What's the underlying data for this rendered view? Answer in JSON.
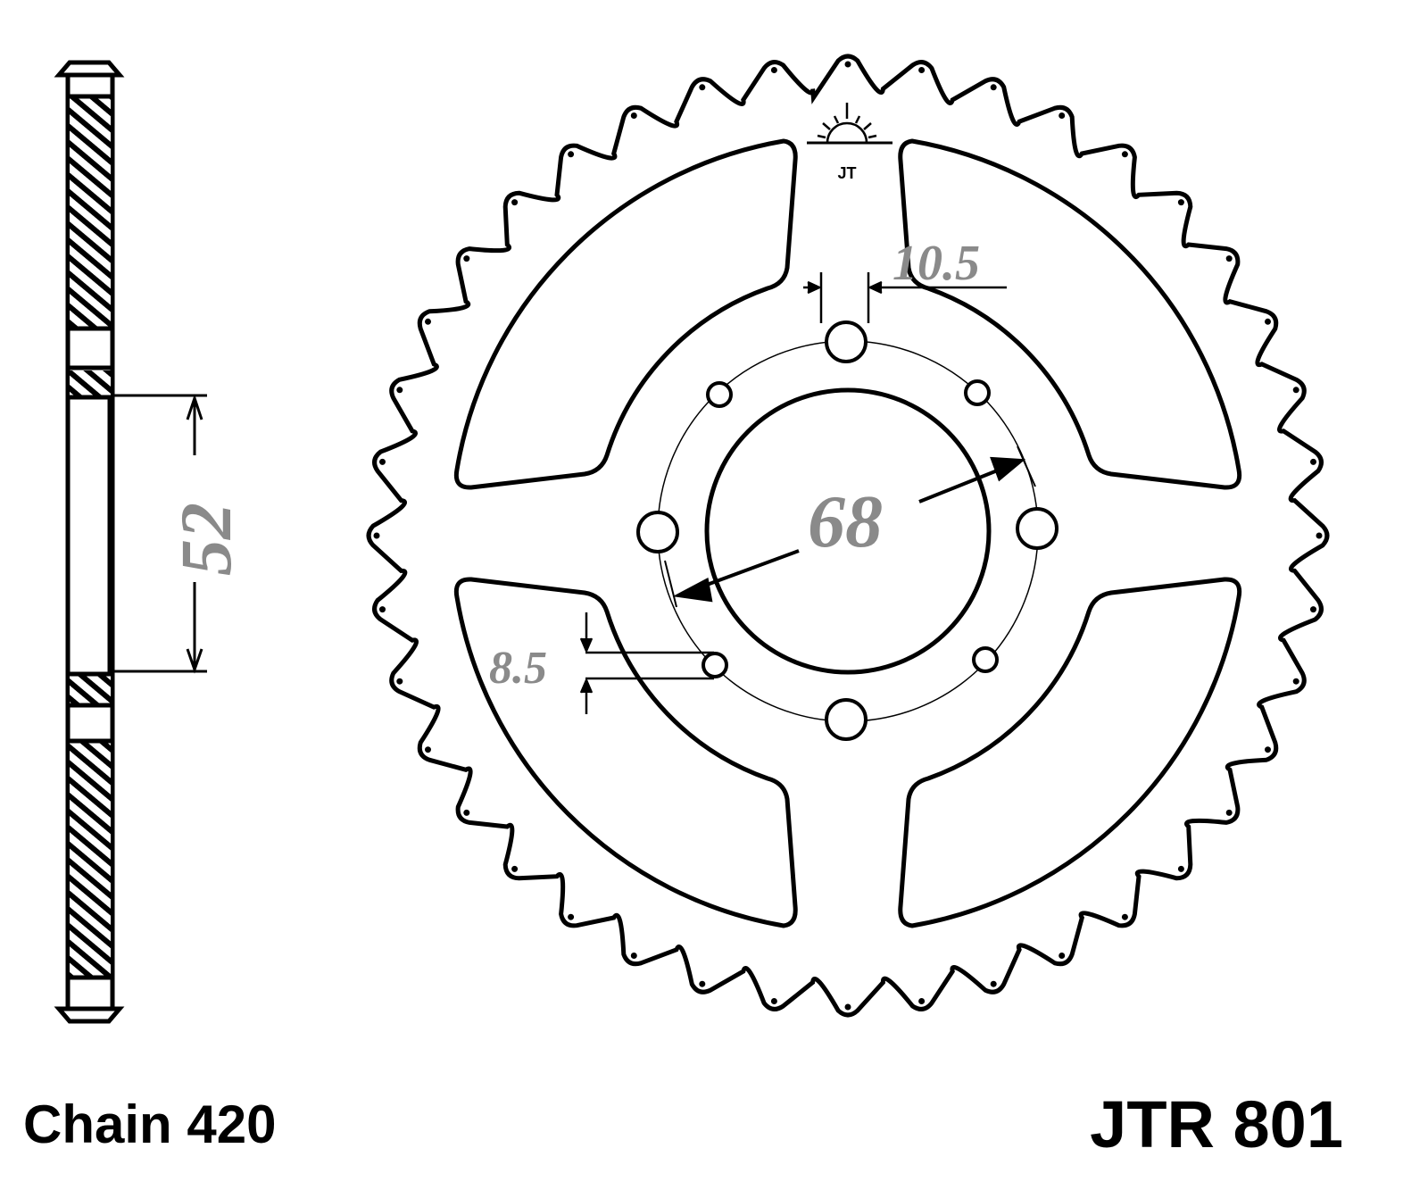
{
  "labels": {
    "chain": "Chain 420",
    "part_number": "JTR 801"
  },
  "dimensions": {
    "hub_offset": "52",
    "bolt_hole_large": "10.5",
    "center_bore": "68",
    "bolt_hole_small": "8.5"
  },
  "sprocket": {
    "teeth": 40,
    "logo_text": "JT"
  },
  "colors": {
    "line": "#000000",
    "dimension_text": "#8a8a8a"
  }
}
